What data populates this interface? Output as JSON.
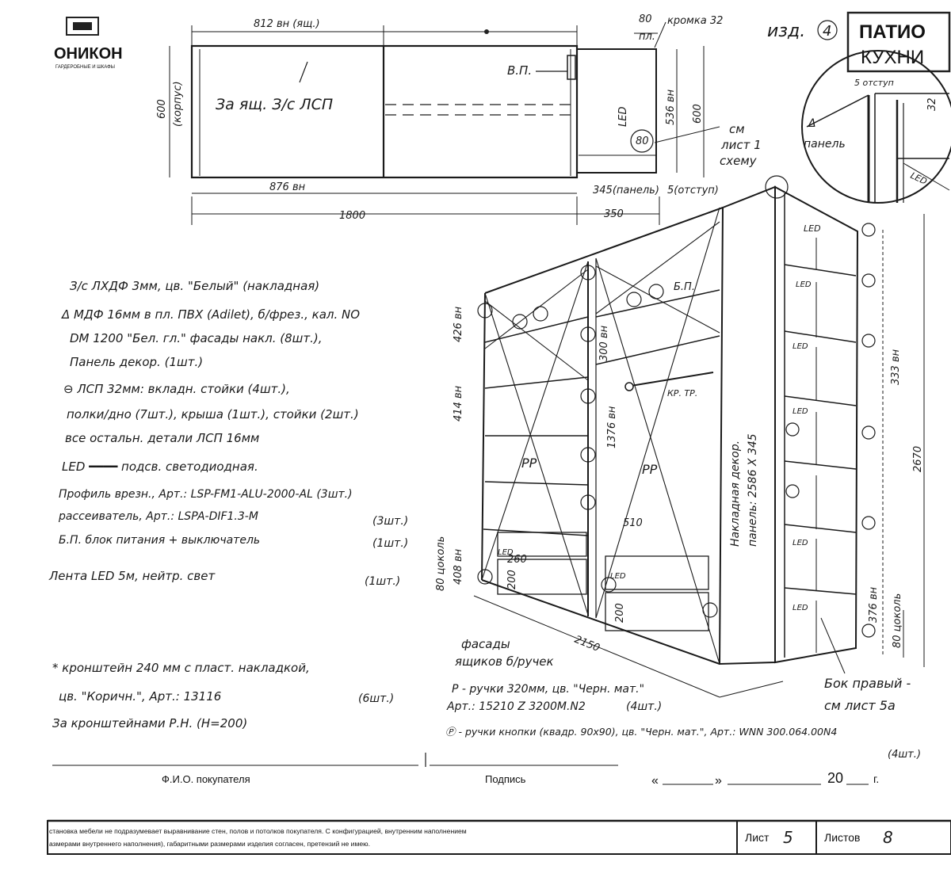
{
  "logo": {
    "brand": "ОНИКОН",
    "tagline": "ГАРДЕРОБНЫЕ И ШКАФЫ"
  },
  "patio": {
    "line1": "ПАТИО",
    "line2": "КУХНИ"
  },
  "izd": "изд.",
  "izd_num": "4",
  "plan": {
    "dim_812": "812 вн (ящ.)",
    "dim_80": "80",
    "dim_80_sub": "пл.",
    "kromka": "кромка 32",
    "vp": "В.П.",
    "za_yashch": "За ящ. З/с ЛСП",
    "led": "LED",
    "circle_80": "80",
    "dim_600_left": "600",
    "dim_600_left_sub": "(корпус)",
    "dim_536": "536 вн",
    "dim_600_right": "600",
    "see_sheet": "см\nлист 1\nсхему",
    "dim_876": "876 вн",
    "dim_345": "345(панель)",
    "dim_5": "5(отступ)",
    "dim_1800": "1800",
    "dim_350": "350"
  },
  "detail": {
    "otstup": "5 отступ",
    "d32": "32",
    "panel": "Δ\nпанель",
    "led": "LED"
  },
  "notes": [
    "З/с ЛХДФ 3мм, цв. \"Белый\" (накладная)",
    "Δ МДФ 16мм в пл. ПВХ (Adilet), б/фрез., кал. NO",
    "DM 1200 \"Бел. гл.\"  фасады накл. (8шт.),",
    "Панель декор. (1шт.)",
    "⊖ ЛСП 32мм: вкладн. стойки (4шт.),",
    "полки/дно (7шт.), крыша (1шт.), стойки (2шт.)",
    "все остальн. детали ЛСП 16мм",
    "LED ━━━━ подсв. светодиодная.",
    "Профиль врезн., Арт.: LSP-FM1-ALU-2000-AL (3шт.)",
    "рассеиватель, Арт.: LSPA-DIF1.3-M",
    "(3шт.)",
    "Б.П. блок питания + выключатель",
    "(1шт.)",
    "Лента LED 5м, нейтр. свет",
    "(1шт.)"
  ],
  "bracket_note": {
    "line1": "* кронштейн 240 мм с пласт. накладкой,",
    "line2": "цв. \"Коричн.\", Арт.: 13116",
    "qty": "(6шт.)",
    "line3": "За кронштейнами Р.Н. (Н=200)"
  },
  "iso": {
    "d426": "426 вн",
    "d414": "414 вн",
    "d408": "408 вн",
    "d80": "80 цоколь",
    "d300": "300 вн",
    "d1376": "1376 вн",
    "d510": "510",
    "d260": "260",
    "d200": "200",
    "d2150": "2150",
    "d333": "333 вн",
    "d2670": "2670",
    "d376": "376 вн",
    "d80r": "80 цоколь",
    "pp": "РР",
    "kr": "КР. ТР.",
    "panel_decor": "Накладная декор.\nпанель: 2586 X 345",
    "led": "LED",
    "bp": "Б.П."
  },
  "facades": {
    "line1": "фасады",
    "line2": "ящиков б/ручек"
  },
  "handles": {
    "r1": "Р - ручки 320мм, цв. \"Черн. мат.\"",
    "r1_art": "Арт.: 15210 Z 3200М.N2",
    "r1_qty": "(4шт.)",
    "r2": "Ⓟ - ручки кнопки (квадр. 90х90), цв. \"Черн. мат.\", Арт.: WNN 300.064.00N4",
    "r2_qty": "(4шт.)"
  },
  "side": "Бок правый -\nсм лист 5а",
  "footer": {
    "fio": "Ф.И.О. покупателя",
    "podpis": "Подпись",
    "quote_open": "«",
    "quote_close": "»",
    "year": "20",
    "g": "г.",
    "disclaimer1": "становка мебели не подразумевает выравнивание стен, полов и потолков покупателя. С конфигурацией, внутренним наполнением",
    "disclaimer2": "азмерами внутреннего наполнения), габаритными размерами изделия согласен, претензий не имею.",
    "list_label": "Лист",
    "list_val": "5",
    "listov_label": "Листов",
    "listov_val": "8"
  }
}
